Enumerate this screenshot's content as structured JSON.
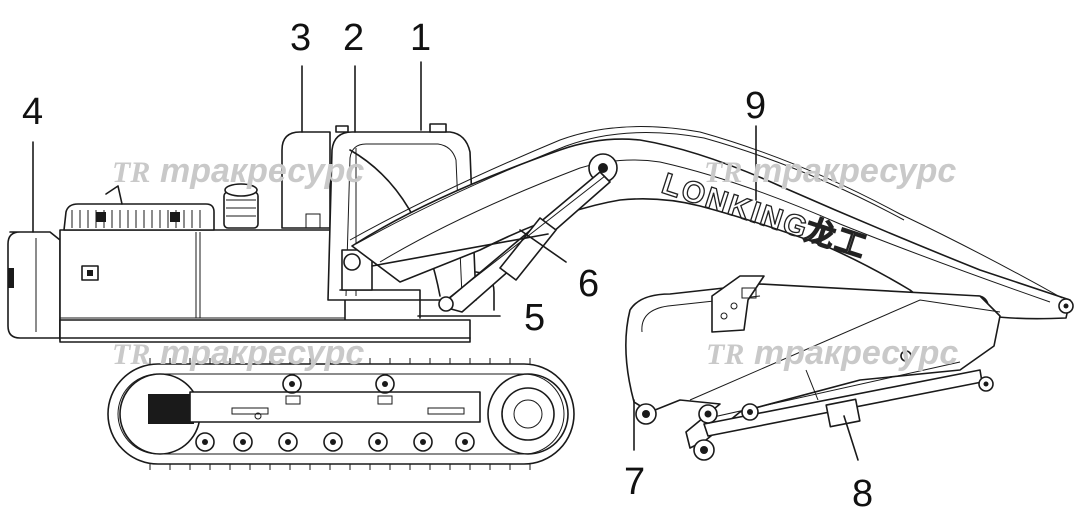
{
  "callouts": [
    {
      "id": "1",
      "label": "1"
    },
    {
      "id": "2",
      "label": "2"
    },
    {
      "id": "3",
      "label": "3"
    },
    {
      "id": "4",
      "label": "4"
    },
    {
      "id": "5",
      "label": "5"
    },
    {
      "id": "6",
      "label": "6"
    },
    {
      "id": "7",
      "label": "7"
    },
    {
      "id": "8",
      "label": "8"
    },
    {
      "id": "9",
      "label": "9"
    }
  ],
  "boom_brand": "LONKING",
  "boom_brand_cn": "龙工",
  "watermark": {
    "logo": "TR",
    "text": "тракресурс"
  }
}
